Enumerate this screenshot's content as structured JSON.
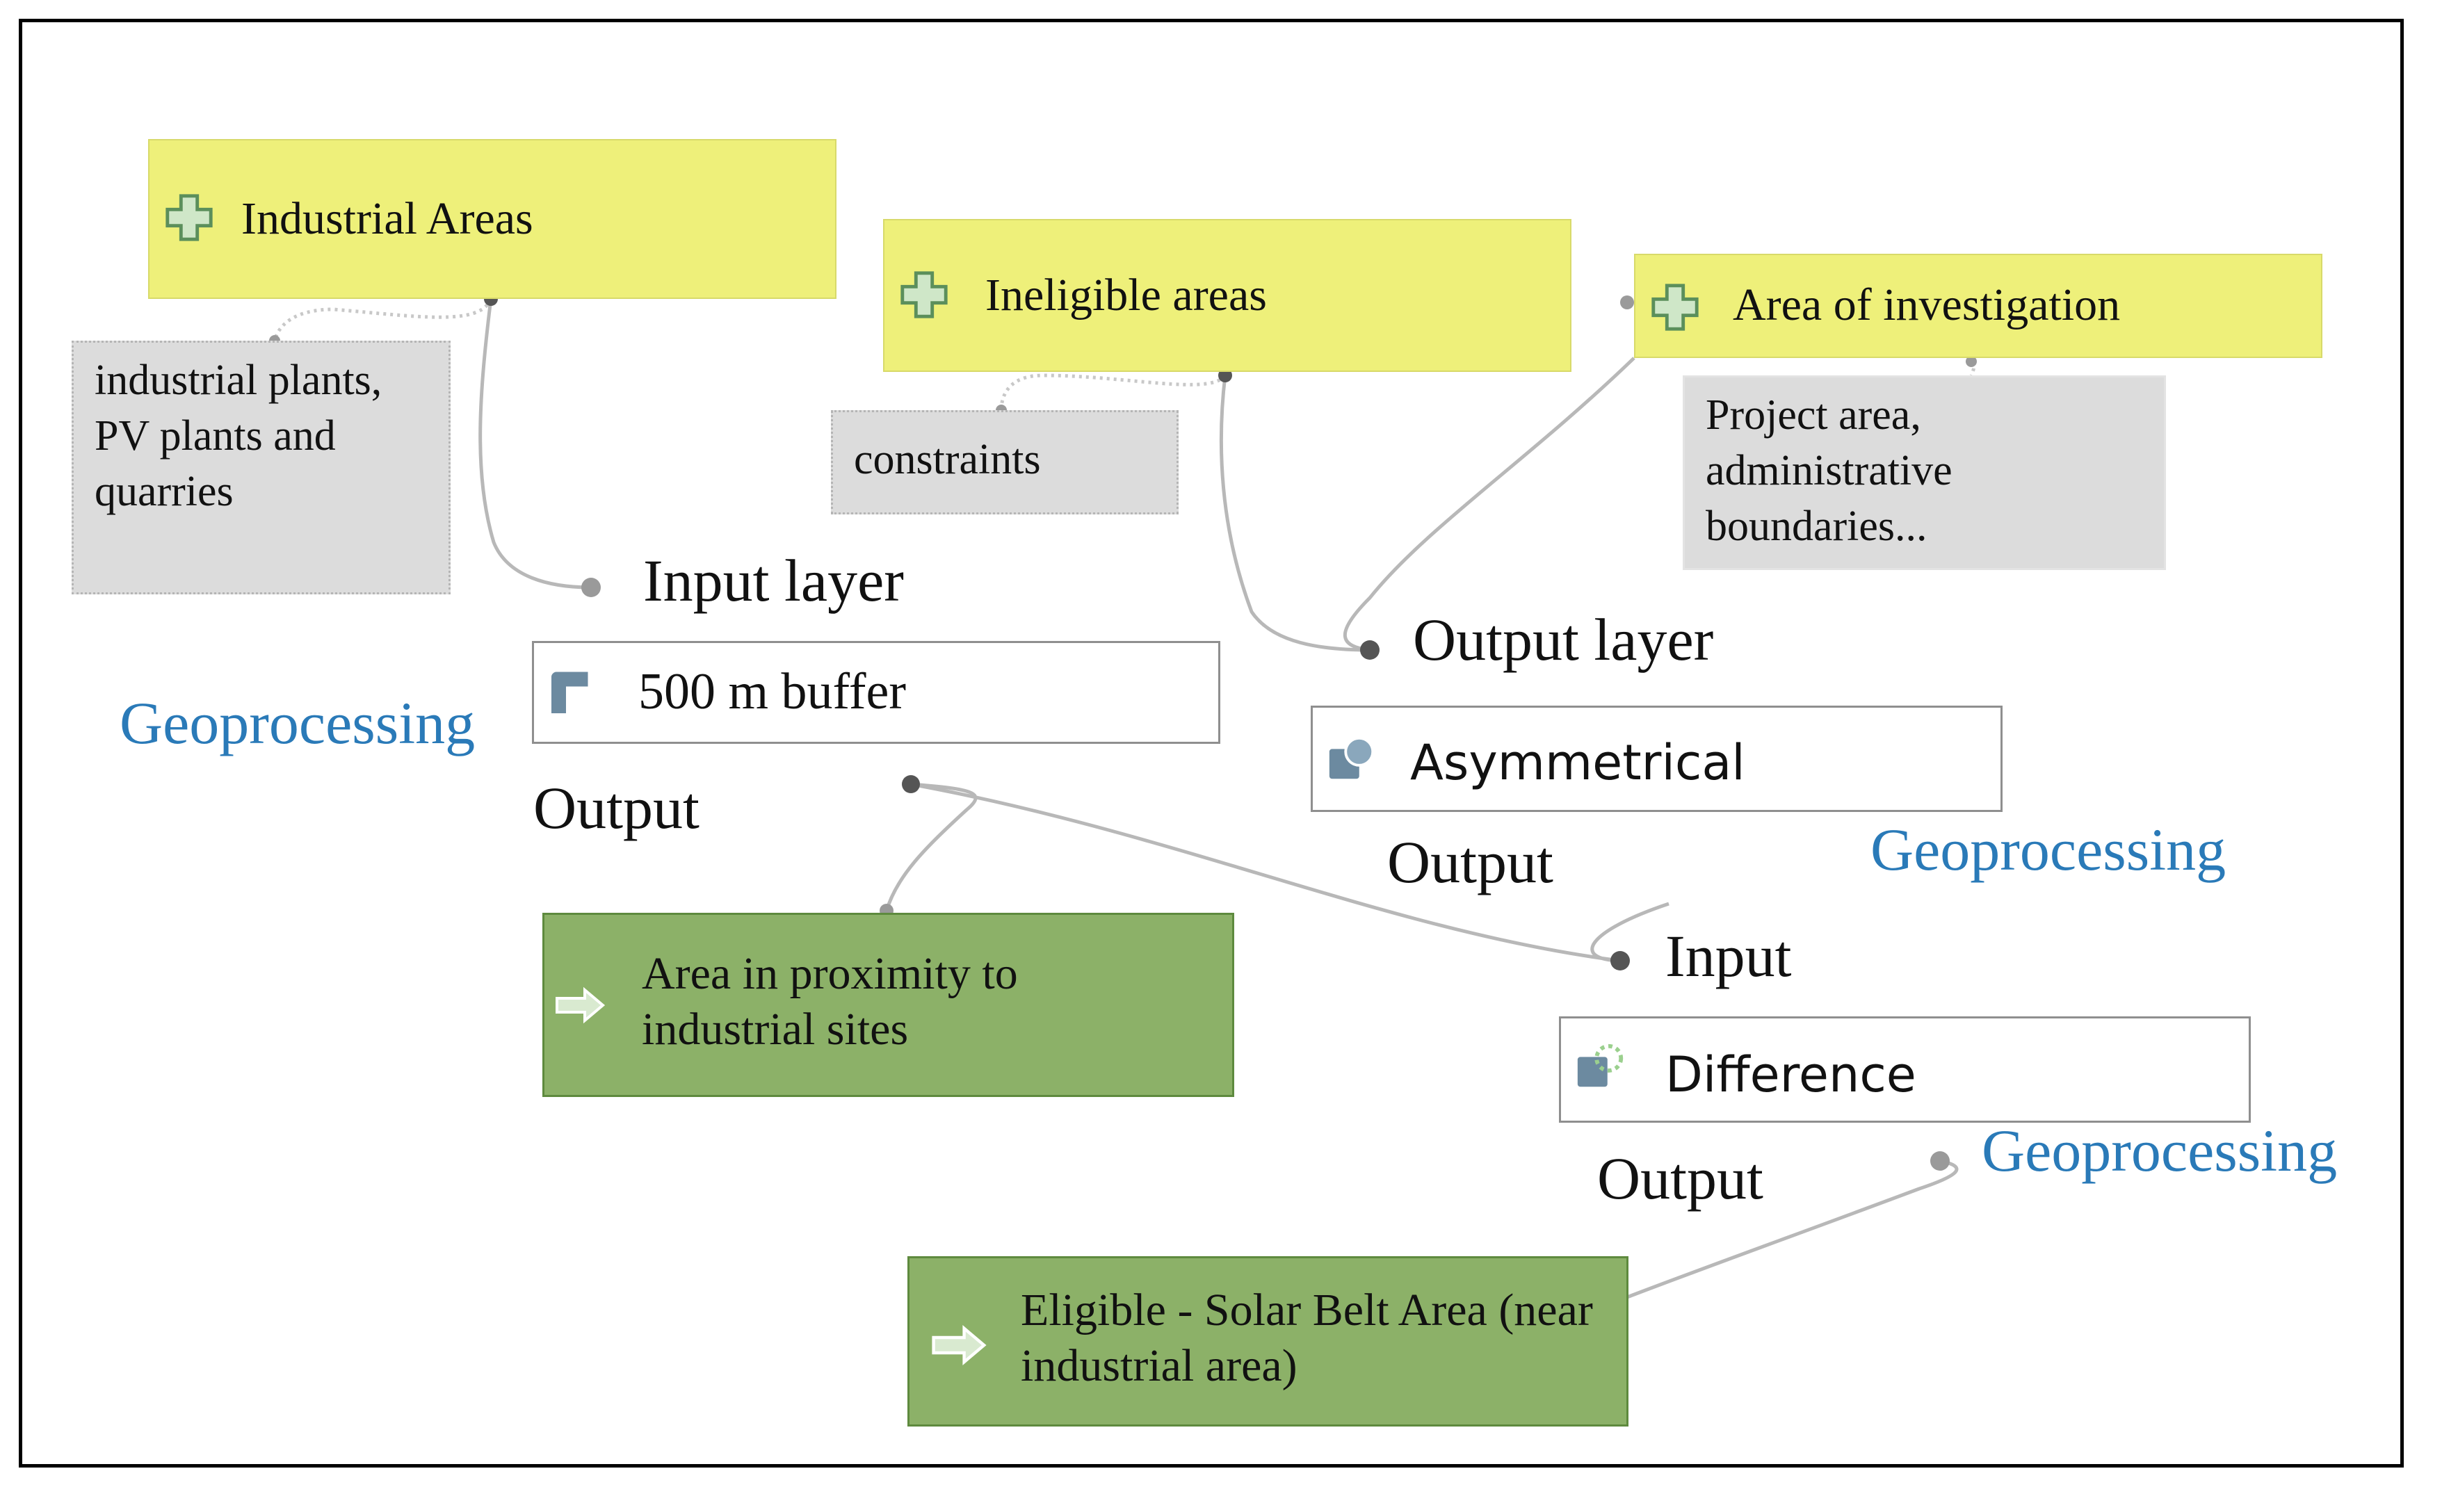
{
  "inputs": {
    "industrial_areas": "Industrial Areas",
    "ineligible_areas": "Ineligible areas",
    "area_of_investigation": "Area of investigation"
  },
  "comments": {
    "industrial_areas": "industrial plants, PV plants and quarries",
    "ineligible_areas": "constraints",
    "area_of_investigation": "Project area, administrative boundaries..."
  },
  "algorithms": {
    "buffer": {
      "label": "500 m buffer",
      "input_port": "Input layer",
      "output_port": "Output",
      "group": "Geoprocessing"
    },
    "asymmetrical": {
      "label": "Asymmetrical",
      "input_port": "Output layer",
      "output_port": "Output",
      "group": "Geoprocessing"
    },
    "difference": {
      "label": "Difference",
      "input_port": "Input",
      "output_port": "Output",
      "group": "Geoprocessing"
    }
  },
  "outputs": {
    "proximity": "Area in proximity to industrial sites",
    "eligible": "Eligible - Solar Belt Area (near industrial area)"
  },
  "colors": {
    "input_fill": "#eef07a",
    "output_fill": "#8cb168",
    "comment_fill": "#dcdcdc",
    "group_text": "#2a7ab8",
    "link": "#b8b8b8"
  }
}
